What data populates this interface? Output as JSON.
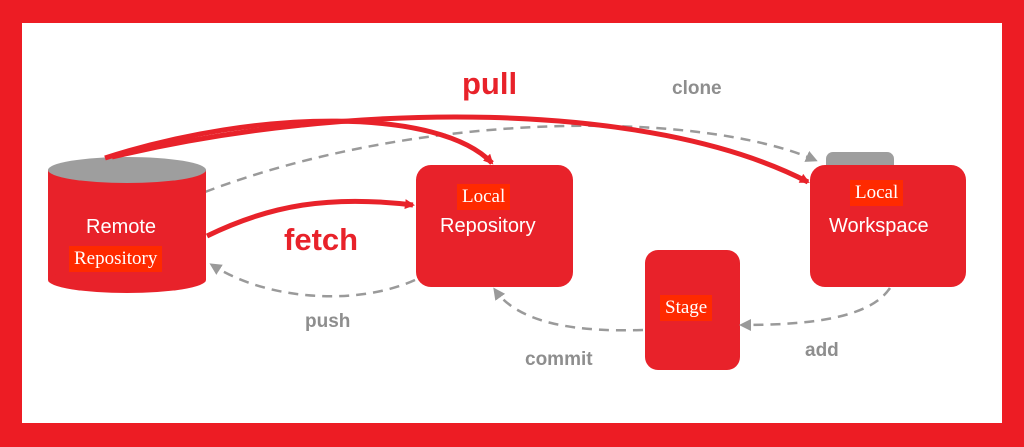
{
  "nodes": {
    "remote": {
      "line1": "Remote",
      "line2": "Repository"
    },
    "local_repo": {
      "line1": "Local",
      "line2": "Repository"
    },
    "workspace": {
      "line1": "Local",
      "line2": "Workspace"
    },
    "stage": {
      "label": "Stage"
    }
  },
  "operations": {
    "pull": "pull",
    "fetch": "fetch",
    "clone": "clone",
    "push": "push",
    "commit": "commit",
    "add": "add"
  },
  "colors": {
    "frame": "#ed1c24",
    "node_fill": "#e8222a",
    "tag_fill": "#ff2a00",
    "cylinder_top": "#9e9e9e",
    "dashed_arrow": "#9a9a9a",
    "solid_arrow": "#e8222a"
  }
}
